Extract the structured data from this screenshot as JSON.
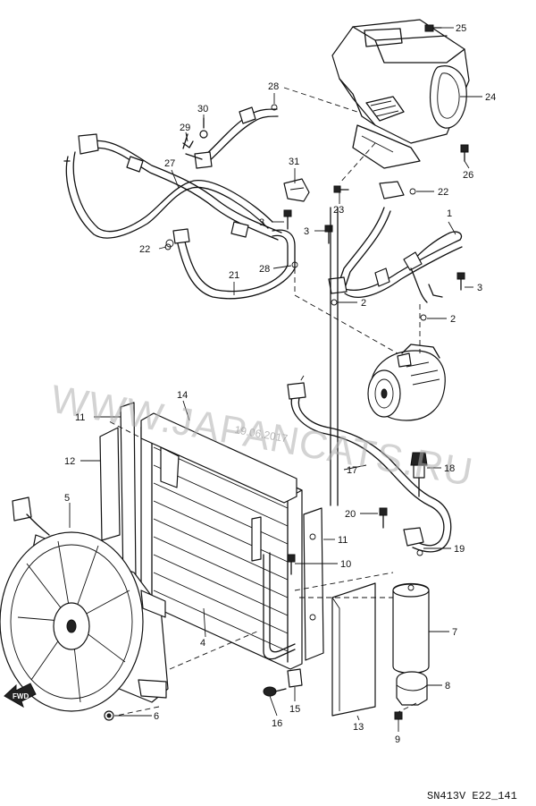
{
  "diagram": {
    "code": "SN413V E22_141",
    "watermark": "WWW.JAPANCATS.RU",
    "watermark_date": "19.06.2017",
    "fwd_label": "FWD",
    "callouts": [
      {
        "id": "c25",
        "text": "25"
      },
      {
        "id": "c24",
        "text": "24"
      },
      {
        "id": "c28a",
        "text": "28"
      },
      {
        "id": "c30",
        "text": "30"
      },
      {
        "id": "c29",
        "text": "29"
      },
      {
        "id": "c27",
        "text": "27"
      },
      {
        "id": "c26",
        "text": "26"
      },
      {
        "id": "c31",
        "text": "31"
      },
      {
        "id": "c23",
        "text": "23"
      },
      {
        "id": "c22a",
        "text": "22"
      },
      {
        "id": "c3a",
        "text": "3"
      },
      {
        "id": "c3b",
        "text": "3"
      },
      {
        "id": "c1",
        "text": "1"
      },
      {
        "id": "c22b",
        "text": "22"
      },
      {
        "id": "c28b",
        "text": "28"
      },
      {
        "id": "c21",
        "text": "21"
      },
      {
        "id": "c3c",
        "text": "3"
      },
      {
        "id": "c2a",
        "text": "2"
      },
      {
        "id": "c2b",
        "text": "2"
      },
      {
        "id": "c14",
        "text": "14"
      },
      {
        "id": "c11a",
        "text": "11"
      },
      {
        "id": "c12",
        "text": "12"
      },
      {
        "id": "c17",
        "text": "17"
      },
      {
        "id": "c18",
        "text": "18"
      },
      {
        "id": "c5",
        "text": "5"
      },
      {
        "id": "c20",
        "text": "20"
      },
      {
        "id": "c11b",
        "text": "11"
      },
      {
        "id": "c19",
        "text": "19"
      },
      {
        "id": "c10",
        "text": "10"
      },
      {
        "id": "c4",
        "text": "4"
      },
      {
        "id": "c7",
        "text": "7"
      },
      {
        "id": "c8",
        "text": "8"
      },
      {
        "id": "c6",
        "text": "6"
      },
      {
        "id": "c16",
        "text": "16"
      },
      {
        "id": "c15",
        "text": "15"
      },
      {
        "id": "c13",
        "text": "13"
      },
      {
        "id": "c9",
        "text": "9"
      }
    ]
  }
}
